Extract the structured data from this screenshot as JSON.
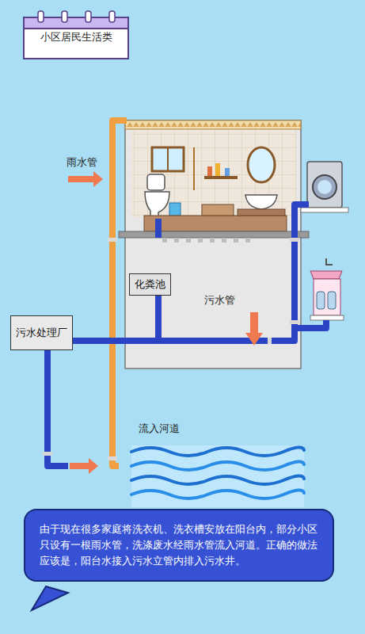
{
  "diagram": {
    "title": "小区居民生活类",
    "nodes": [
      {
        "text": [
          "化粪池"
        ]
      },
      {
        "text": [
          "污水处理厂"
        ]
      },
      {
        "text": [
          "由于现在很多家庭将洗衣机、洗衣槽安放在阳台内，部分小区只设有一根雨水管，洗涤废水经雨水管流入河道。正确的做法应该是，阳台水接入污水立管内排入污水井。"
        ]
      }
    ],
    "edges": [
      {
        "from": 0,
        "to": 1,
        "arrow": "none"
      }
    ],
    "labels": [
      "雨水管",
      "污水管",
      "流入河道"
    ]
  }
}
